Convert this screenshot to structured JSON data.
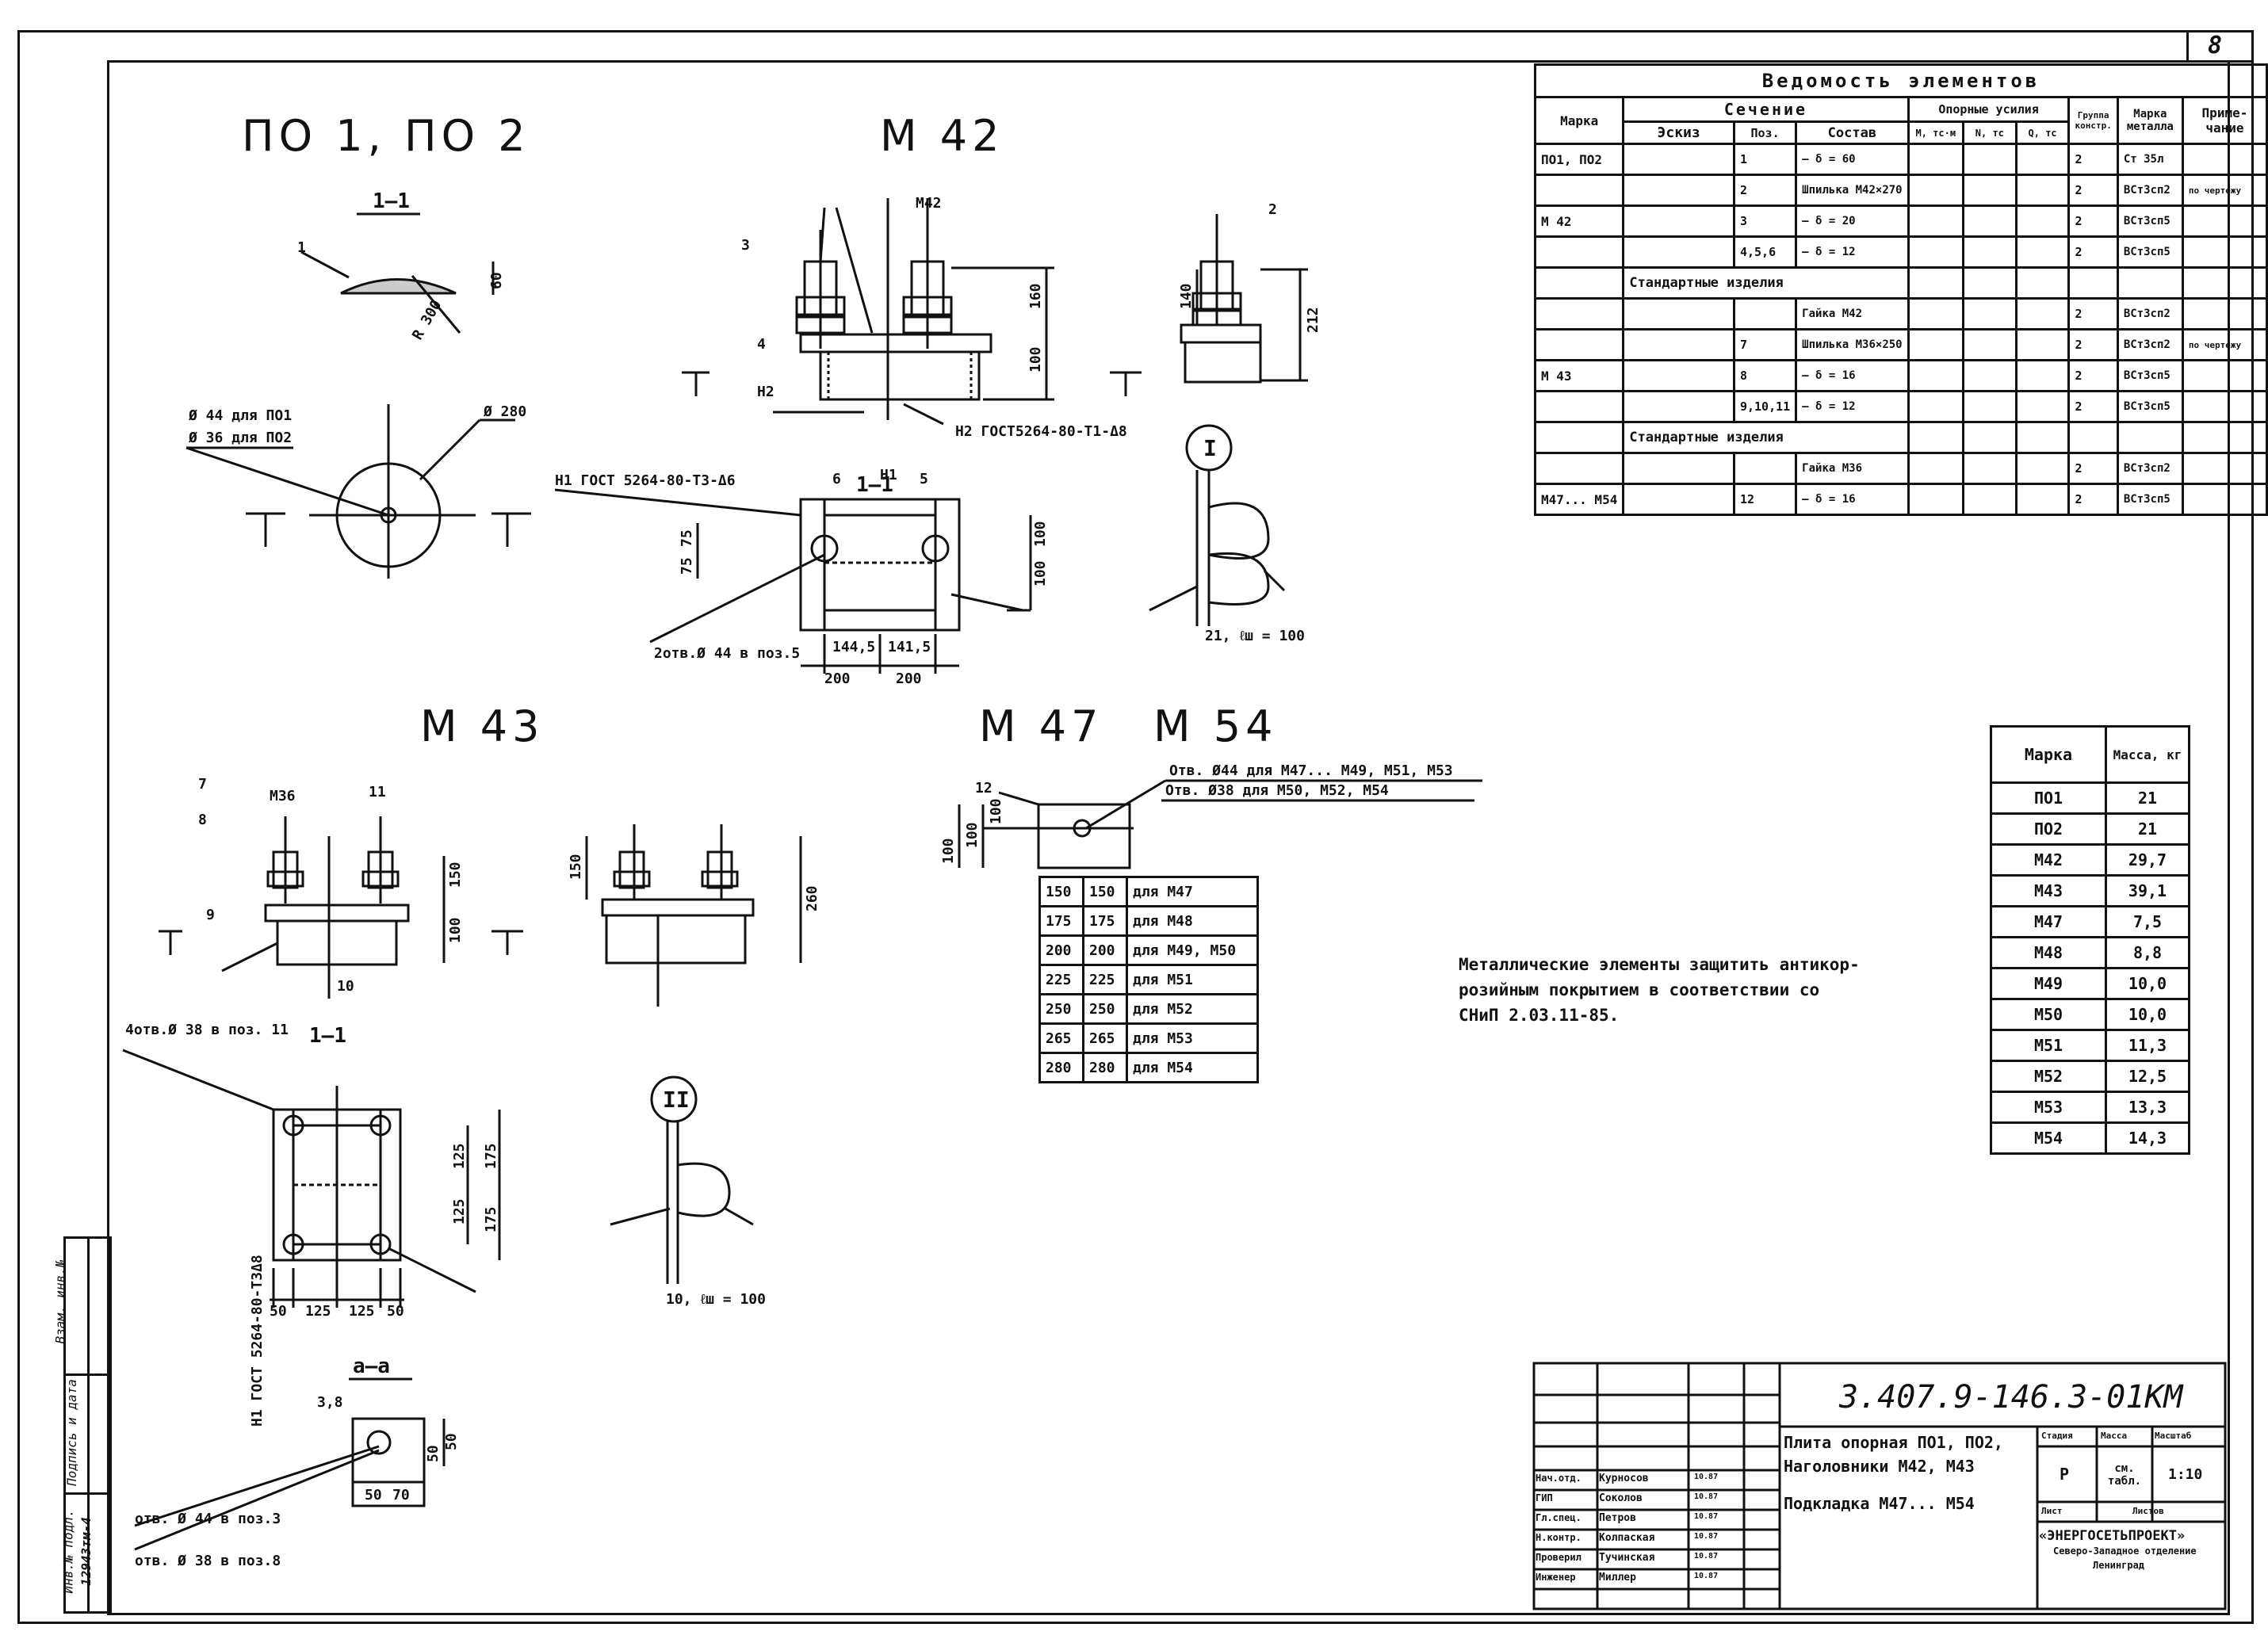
{
  "sheet": {
    "number": "8"
  },
  "titles": {
    "po": "ПО 1, ПО 2",
    "m42": "М 42",
    "m43": "М 43",
    "m47": "М 47",
    "m54": "М 54"
  },
  "sections": {
    "s11a": "1–1",
    "s11b": "1–1",
    "s11c": "1–1",
    "saa": "а–а",
    "callout1": "I",
    "callout2": "II"
  },
  "po_labels": {
    "hole1": "Ø 44 для ПО1",
    "hole2": "Ø 36 для ПО2",
    "dia": "Ø 280",
    "r": "R 300",
    "h": "60",
    "pos": "1"
  },
  "m42_labels": {
    "bolt": "М42",
    "weld1": "Н2 ГОСТ5264-80-Т1-Δ8",
    "weld2": "Н1 ГОСТ 5264-80-Т3-Δ6",
    "holes": "2отв.Ø 44 в поз.5",
    "d1": "160",
    "d2": "100",
    "d3": "140",
    "d4": "212",
    "d5": "200",
    "d6": "200",
    "d7": "144,5",
    "d8": "141,5",
    "d9": "75",
    "d10": "75",
    "d11": "100",
    "d12": "100",
    "weld_I": "21, ℓш = 100",
    "n1": "Н1",
    "n2": "Н2",
    "p2": "2",
    "p3": "3",
    "p4": "4",
    "p5": "5",
    "p6": "6"
  },
  "m43_labels": {
    "bolt": "М36",
    "holes": "4отв.Ø 38 в поз. 11",
    "weld": "Н1 ГОСТ 5264-80-Т3Δ8",
    "d1": "150",
    "d2": "100",
    "d3": "150",
    "d4": "260",
    "d5": "125",
    "d6": "125",
    "d7": "175",
    "d8": "175",
    "b1": "50",
    "b2": "125",
    "b3": "125",
    "b4": "50",
    "weld_II": "10, ℓш = 100",
    "a1": "50",
    "a2": "50",
    "a3": "50",
    "a4": "70",
    "hole1": "отв. Ø 44 в поз.3",
    "hole2": "отв. Ø 38 в поз.8",
    "p7": "7",
    "p8": "8",
    "p9": "9",
    "p10": "10",
    "p11": "11",
    "p33": "3,8"
  },
  "m47_labels": {
    "hole1": "Отв. Ø44 для М47... М49, М51, М53",
    "hole2": "Отв. Ø38 для М50, М52, М54",
    "p12": "12",
    "d1": "100",
    "d2": "100",
    "d3": "100",
    "rows": [
      [
        "150",
        "150",
        "для М47"
      ],
      [
        "175",
        "175",
        "для М48"
      ],
      [
        "200",
        "200",
        "для М49, М50"
      ],
      [
        "225",
        "225",
        "для М51"
      ],
      [
        "250",
        "250",
        "для М52"
      ],
      [
        "265",
        "265",
        "для М53"
      ],
      [
        "280",
        "280",
        "для М54"
      ]
    ]
  },
  "note": [
    "Металлические элементы защитить антикор-",
    "розийным покрытием в соответствии со",
    "СНиП 2.03.11-85."
  ],
  "vedomost": {
    "title": "Ведомость  элементов",
    "h_marka": "Марка",
    "h_sechenie": "Сечение",
    "h_opor": "Опорные усилия",
    "h_gruppa": "Группа констр.",
    "h_metal": "Марка металла",
    "h_prim": "Приме-чание",
    "h_eskiz": "Эскиз",
    "h_poz": "Поз.",
    "h_sostav": "Состав",
    "h_m": "М, тс·м",
    "h_n": "N, тс",
    "h_q": "Q, тс",
    "rows": [
      {
        "mark": "ПО1, ПО2",
        "poz": "1",
        "sostav": "– δ = 60",
        "gr": "2",
        "metal": "Ст 35л",
        "prim": ""
      },
      {
        "mark": "",
        "poz": "2",
        "sostav": "Шпилька М42×270",
        "gr": "2",
        "metal": "ВСт3сп2",
        "prim": "по чертежу"
      },
      {
        "mark": "М 42",
        "poz": "3",
        "sostav": "– δ = 20",
        "gr": "2",
        "metal": "ВСт3сп5",
        "prim": ""
      },
      {
        "mark": "",
        "poz": "4,5,6",
        "sostav": "– δ = 12",
        "gr": "2",
        "metal": "ВСт3сп5",
        "prim": ""
      },
      {
        "mark": "",
        "poz": "",
        "sostav": "Стандартные изделия",
        "gr": "",
        "metal": "",
        "prim": ""
      },
      {
        "mark": "",
        "poz": "",
        "sostav": "Гайка М42",
        "gr": "2",
        "metal": "ВСт3сп2",
        "prim": ""
      },
      {
        "mark": "",
        "poz": "7",
        "sostav": "Шпилька М36×250",
        "gr": "2",
        "metal": "ВСт3сп2",
        "prim": "по чертежу"
      },
      {
        "mark": "М 43",
        "poz": "8",
        "sostav": "– δ = 16",
        "gr": "2",
        "metal": "ВСт3сп5",
        "prim": ""
      },
      {
        "mark": "",
        "poz": "9,10,11",
        "sostav": "– δ = 12",
        "gr": "2",
        "metal": "ВСт3сп5",
        "prim": ""
      },
      {
        "mark": "",
        "poz": "",
        "sostav": "Стандартные изделия",
        "gr": "",
        "metal": "",
        "prim": ""
      },
      {
        "mark": "",
        "poz": "",
        "sostav": "Гайка М36",
        "gr": "2",
        "metal": "ВСт3сп2",
        "prim": ""
      },
      {
        "mark": "М47... М54",
        "poz": "12",
        "sostav": "– δ = 16",
        "gr": "2",
        "metal": "ВСт3сп5",
        "prim": ""
      }
    ]
  },
  "mass": {
    "h_mark": "Марка",
    "h_mass": "Масса, кг",
    "rows": [
      [
        "ПО1",
        "21"
      ],
      [
        "ПО2",
        "21"
      ],
      [
        "М42",
        "29,7"
      ],
      [
        "М43",
        "39,1"
      ],
      [
        "М47",
        "7,5"
      ],
      [
        "М48",
        "8,8"
      ],
      [
        "М49",
        "10,0"
      ],
      [
        "М50",
        "10,0"
      ],
      [
        "М51",
        "11,3"
      ],
      [
        "М52",
        "12,5"
      ],
      [
        "М53",
        "13,3"
      ],
      [
        "М54",
        "14,3"
      ]
    ]
  },
  "stamp": {
    "code": "3.407.9-146.3-01КМ",
    "name1": "Плита опорная ПО1, ПО2,",
    "name2": "Наголовники М42, М43",
    "name3": "Подкладка М47... М54",
    "stadia_h": "Стадия",
    "massa_h": "Масса",
    "masshtab_h": "Масштаб",
    "stadia": "Р",
    "massa": "см. табл.",
    "masshtab": "1:10",
    "list_h": "Лист",
    "listov_h": "Листов",
    "org1": "«ЭНЕРГОСЕТЬПРОЕКТ»",
    "org2": "Северо-Западное отделение",
    "org3": "Ленинград",
    "people": [
      [
        "Нач.отд.",
        "Курносов",
        "",
        "10.87"
      ],
      [
        "ГИП",
        "Соколов",
        "",
        "10.87"
      ],
      [
        "Гл.спец.",
        "Петров",
        "",
        "10.87"
      ],
      [
        "Н.контр.",
        "Колпаская",
        "",
        "10.87"
      ],
      [
        "Проверил",
        "Тучинская",
        "",
        "10.87"
      ],
      [
        "Инженер",
        "Миллер",
        "",
        "10.87"
      ]
    ]
  },
  "side_stamp": {
    "inv": "Инв.№ подл.",
    "sign": "Подпись и дата",
    "vzam": "Взам. инв.№",
    "num": "12943тм-4"
  }
}
